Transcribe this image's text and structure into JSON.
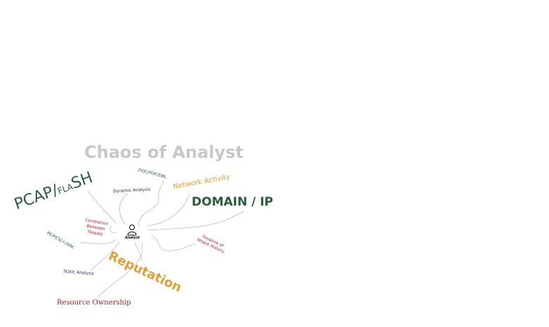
{
  "title": "Chaos of Analyst",
  "center": {
    "label": "Analyst",
    "icon": "person-icon"
  },
  "nodes": {
    "pcap": "PCAP/",
    "fla": "FLA",
    "sh": "SH",
    "domain": "DOMAIN / IP",
    "network": "Network Activity",
    "doc": "DOC/PDF/EML",
    "dynamic": "Dynamic Analysis",
    "correlation": [
      "Correlation",
      "Between",
      "Threats"
    ],
    "pe": "PE/PE32+/APK",
    "timeline": [
      "Timeline of",
      "Attack History"
    ],
    "reputation": "Reputation",
    "static": "Static Analysis",
    "resource": "Resource Ownership"
  },
  "colors": {
    "green": "#2a5e3a",
    "orange": "#dea136",
    "red": "#b0202a",
    "navy": "#1c2550",
    "gray": "#c8c8c8"
  }
}
